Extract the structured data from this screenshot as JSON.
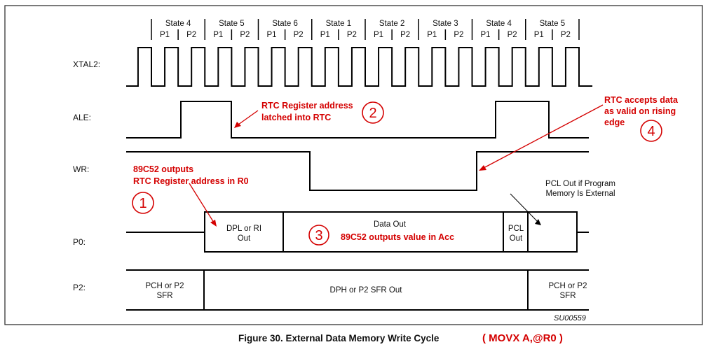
{
  "states": [
    {
      "name": "State 4",
      "p1": "P1",
      "p2": "P2"
    },
    {
      "name": "State 5",
      "p1": "P1",
      "p2": "P2"
    },
    {
      "name": "State 6",
      "p1": "P1",
      "p2": "P2"
    },
    {
      "name": "State 1",
      "p1": "P1",
      "p2": "P2"
    },
    {
      "name": "State 2",
      "p1": "P1",
      "p2": "P2"
    },
    {
      "name": "State 3",
      "p1": "P1",
      "p2": "P2"
    },
    {
      "name": "State 4",
      "p1": "P1",
      "p2": "P2"
    },
    {
      "name": "State 5",
      "p1": "P1",
      "p2": "P2"
    }
  ],
  "signals": {
    "xtal2": "XTAL2:",
    "ale": "ALE:",
    "wr": "WR:",
    "p0": "P0:",
    "p2": "P2:"
  },
  "p0_bus": {
    "dpl_line1": "DPL or RI",
    "dpl_line2": "Out",
    "data_out": "Data Out",
    "pcl_line1": "PCL",
    "pcl_line2": "Out"
  },
  "p2_bus": {
    "left_line1": "PCH or P2",
    "left_line2": "SFR",
    "middle": "DPH or P2 SFR Out",
    "right_line1": "PCH or P2",
    "right_line2": "SFR"
  },
  "pcl_note": {
    "line1": "PCL Out  if Program",
    "line2": "Memory Is External"
  },
  "annotations": {
    "a1": {
      "number": "1",
      "line1": "89C52 outputs",
      "line2": "RTC Register address  in R0"
    },
    "a2": {
      "number": "2",
      "line1": "RTC Register address",
      "line2": "latched into RTC"
    },
    "a3": {
      "number": "3",
      "line1": "89C52 outputs value in Acc"
    },
    "a4": {
      "number": "4",
      "line1": "RTC accepts data",
      "line2": "as valid on rising",
      "line3": "edge"
    }
  },
  "figure_id": "SU00559",
  "caption": "Figure 30.   External Data Memory Write Cycle",
  "caption_suffix": "( MOVX A,@R0 )",
  "colors": {
    "annotation": "#d40000",
    "line": "#000000"
  }
}
